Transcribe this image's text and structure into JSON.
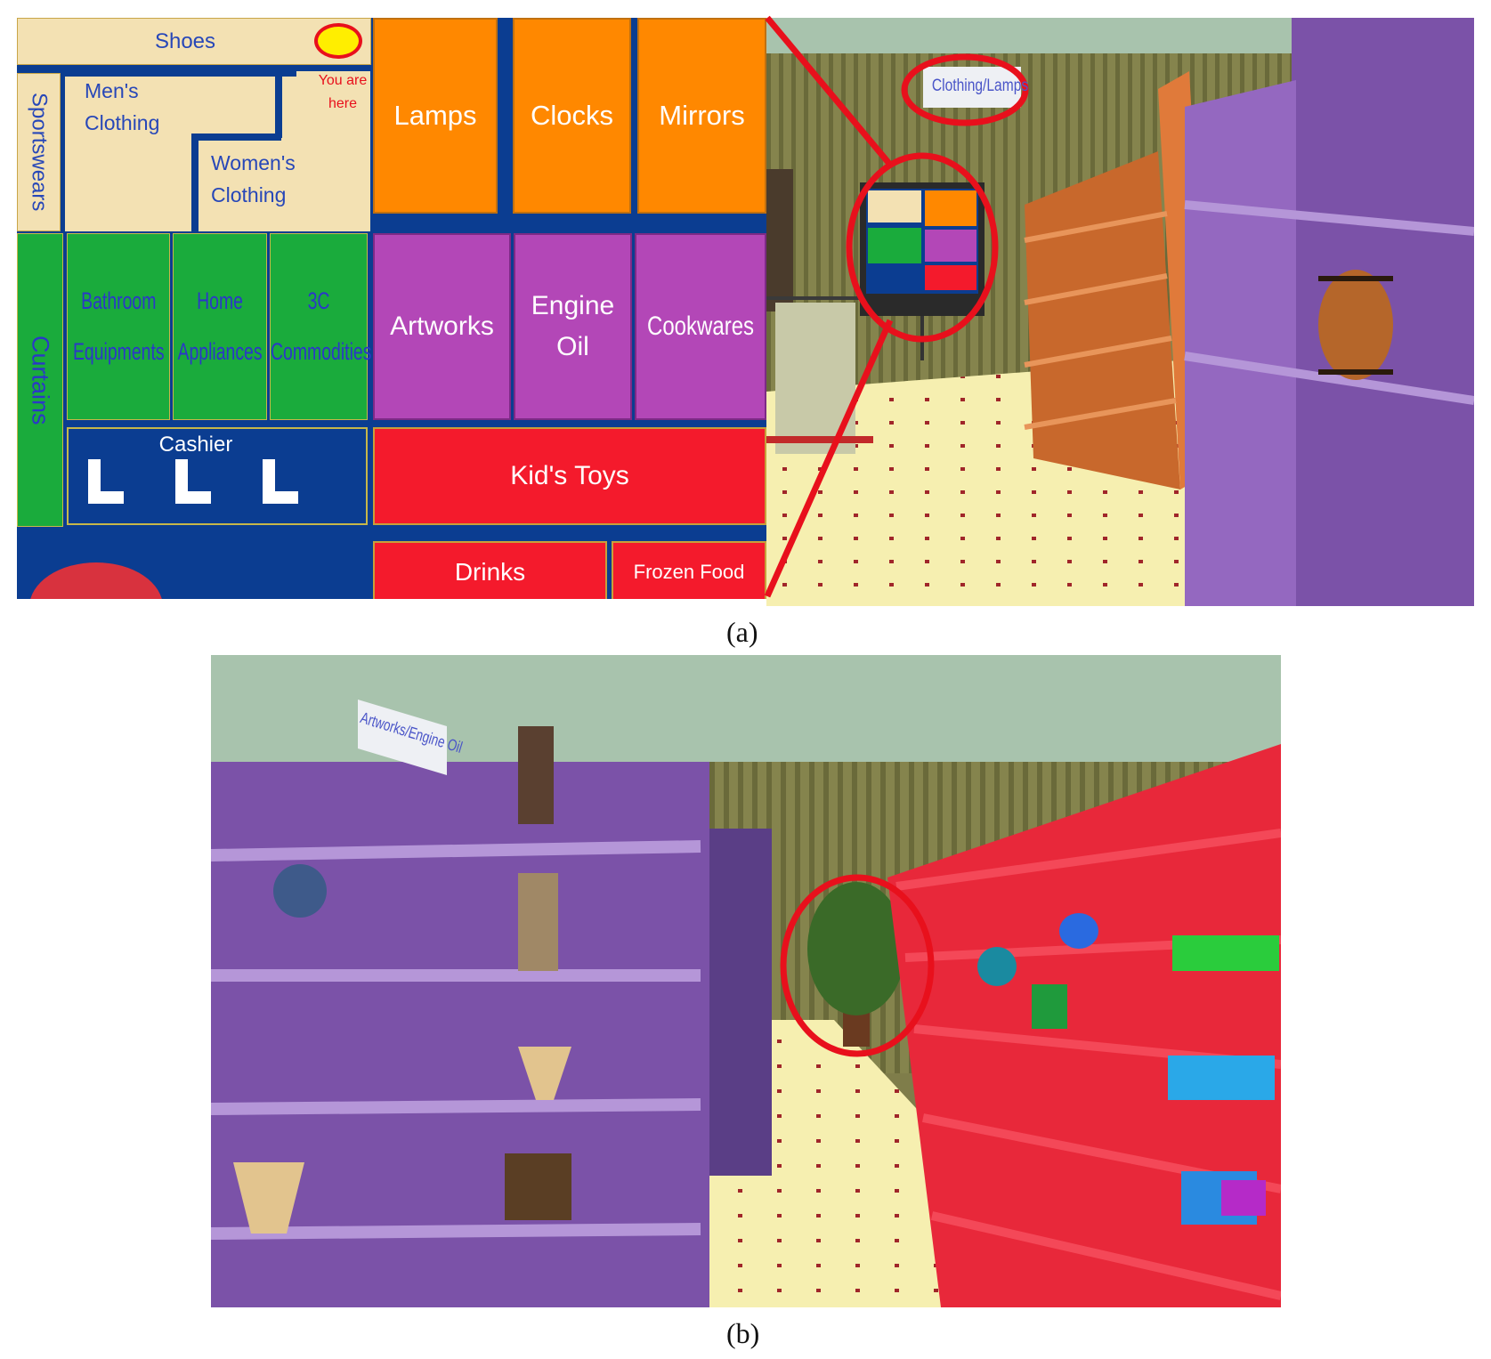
{
  "map": {
    "shoes": "Shoes",
    "you_are_here": "You are here",
    "sportswears": "Sportswears",
    "mens_clothing": "Men's Clothing",
    "womens_clothing": "Women's Clothing",
    "lamps": "Lamps",
    "clocks": "Clocks",
    "mirrors": "Mirrors",
    "curtains": "Curtains",
    "bathroom": "Bathroom Equipments",
    "home_appliances": "Home Appliances",
    "commodities": "3C Commodities",
    "artworks": "Artworks",
    "engine_oil": "Engine Oil",
    "cookwares": "Cookwares",
    "cashier": "Cashier",
    "kids_toys": "Kid's Toys",
    "drinks": "Drinks",
    "frozen_food": "Frozen Food"
  },
  "scene_a": {
    "sign": "Clothing/Lamps"
  },
  "scene_b": {
    "sign": "Artworks/Engine Oil"
  },
  "captions": {
    "a": "(a)",
    "b": "(b)"
  },
  "colors": {
    "highlight": "#e8101c",
    "map_bg": "#0b3d91",
    "purple_shelf": "#8a5fb0",
    "red_shelf": "#e8283a",
    "orange_shelf": "#c8682c"
  }
}
